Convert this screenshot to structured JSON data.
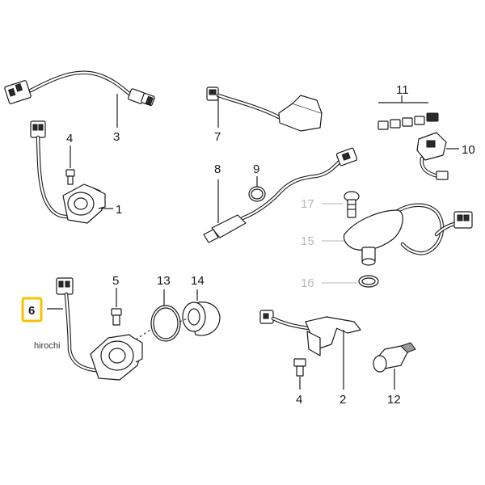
{
  "callouts": {
    "c11": "11",
    "c3": "3",
    "c7": "7",
    "c4a": "4",
    "c10": "10",
    "c1": "1",
    "c8": "8",
    "c9": "9",
    "c17": "17",
    "c15": "15",
    "c5": "5",
    "c13": "13",
    "c14": "14",
    "c16": "16",
    "c6": "6",
    "c4b": "4",
    "c2": "2",
    "c12": "12"
  },
  "highlighted_callout": "6",
  "highlight_color": "#f5c400",
  "watermark": "hirochi"
}
